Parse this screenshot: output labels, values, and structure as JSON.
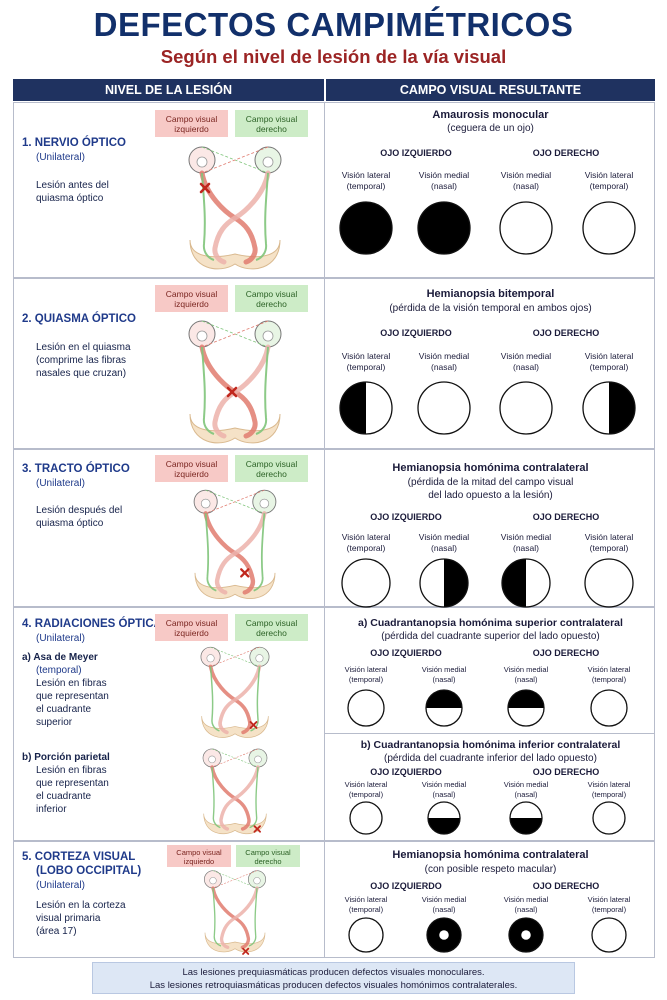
{
  "header": {
    "title": "DEFECTOS CAMPIMÉTRICOS",
    "subtitle": "Según el nivel de lesión de la vía visual"
  },
  "columns": {
    "left": "NIVEL DE LA LESIÓN",
    "right": "CAMPO VISUAL RESULTANTE"
  },
  "field_tags": {
    "left": [
      "Campo visual",
      "izquierdo"
    ],
    "right": [
      "Campo visual",
      "derecho"
    ]
  },
  "eye_labels": {
    "left_eye": "OJO IZQUIERDO",
    "right_eye": "OJO DERECHO",
    "lateral": [
      "Visión lateral",
      "(temporal)"
    ],
    "medial": [
      "Visión medial",
      "(nasal)"
    ]
  },
  "sections": [
    {
      "number": "1.",
      "name": "NERVIO ÓPTICO",
      "qualifier": "(Unilateral)",
      "description": [
        "Lesión antes del",
        "quiasma óptico"
      ],
      "result_title": "Amaurosis monocular",
      "result_desc": [
        "(ceguera de un ojo)"
      ],
      "fields": [
        "full",
        "full",
        "none",
        "none"
      ]
    },
    {
      "number": "2.",
      "name": "QUIASMA ÓPTICO",
      "qualifier": "",
      "description": [
        "Lesión en el quiasma",
        "(comprime las fibras",
        "nasales que cruzan)"
      ],
      "result_title": "Hemianopsia bitemporal",
      "result_desc": [
        "(pérdida de la visión temporal en ambos ojos)"
      ],
      "fields": [
        "left",
        "none",
        "none",
        "right"
      ]
    },
    {
      "number": "3.",
      "name": "TRACTO ÓPTICO",
      "qualifier": "(Unilateral)",
      "description": [
        "Lesión después del",
        "quiasma óptico"
      ],
      "result_title": "Hemianopsia homónima contralateral",
      "result_desc": [
        "(pérdida de la mitad del campo visual",
        "del lado opuesto a la lesión)"
      ],
      "fields": [
        "none",
        "right",
        "left",
        "none"
      ]
    },
    {
      "number": "4.",
      "name": "RADIACIONES ÓPTICAS",
      "qualifier": "(Unilateral)",
      "parts": [
        {
          "letter": "a)",
          "name": "Asa de Meyer",
          "qualifier": "(temporal)",
          "description": [
            "Lesión en fibras",
            "que representan",
            "el cuadrante",
            "superior"
          ],
          "result_title": "a) Cuadrantanopsia homónima superior contralateral",
          "result_desc": [
            "(pérdida del cuadrante superior del lado opuesto)"
          ],
          "fields": [
            "none",
            "top",
            "top",
            "none"
          ]
        },
        {
          "letter": "b)",
          "name": "Porción parietal",
          "qualifier": "",
          "description": [
            "Lesión en fibras",
            "que representan",
            "el cuadrante",
            "inferior"
          ],
          "result_title": "b) Cuadrantanopsia homónima inferior contralateral",
          "result_desc": [
            "(pérdida del cuadrante inferior del lado opuesto)"
          ],
          "fields": [
            "none",
            "bottom",
            "bottom",
            "none"
          ]
        }
      ]
    },
    {
      "number": "5.",
      "name": [
        "CORTEZA VISUAL",
        "(LOBO OCCIPITAL)"
      ],
      "qualifier": "(Unilateral)",
      "description": [
        "Lesión en la corteza",
        "visual primaria",
        "(área 17)"
      ],
      "result_title": "Hemianopsia homónima contralateral",
      "result_desc": [
        "(con posible respeto macular)"
      ],
      "fields": [
        "none",
        "macular",
        "macular",
        "none"
      ]
    }
  ],
  "footer": [
    "Las lesiones prequiasmáticas producen defectos visuales monoculares.",
    "Las lesiones retroquiasmáticas producen defectos visuales homónimos contralaterales."
  ],
  "colors": {
    "title": "#12306b",
    "subtitle": "#9b2424",
    "header_bar": "#1f3260",
    "tag_left": "#f7c9c6",
    "tag_right": "#cdecc7",
    "pathway_red": "#e07b6f",
    "pathway_green": "#7fc47a",
    "lesion": "#c0271d"
  }
}
